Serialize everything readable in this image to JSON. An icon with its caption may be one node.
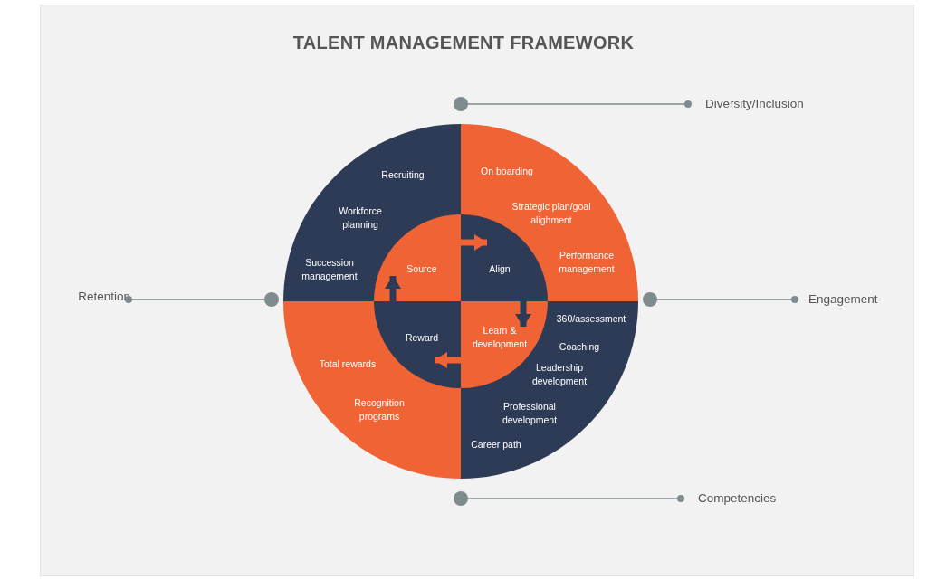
{
  "diagram": {
    "title": "TALENT MANAGEMENT FRAMEWORK",
    "nodes": [
      {
        "text": [
          "Recruiting",
          "Workforce planning",
          "Succession management"
        ]
      },
      {
        "text": [
          "On boarding",
          "Strategic plan/goal alighment",
          "Performance management"
        ]
      },
      {
        "text": [
          "360/assessment",
          "Coaching",
          "Leadership development",
          "Professional development",
          "Career path"
        ]
      },
      {
        "text": [
          "Total rewards",
          "Recognition programs"
        ]
      },
      {
        "text": [
          "Source"
        ],
        "in": 0
      },
      {
        "text": [
          "Align"
        ],
        "in": 1
      },
      {
        "text": [
          "Learn & development"
        ],
        "in": 2
      },
      {
        "text": [
          "Reward"
        ],
        "in": 3
      },
      {
        "text": [
          "Diversity/Inclusion"
        ]
      },
      {
        "text": [
          "Engagement"
        ]
      },
      {
        "text": [
          "Competencies"
        ]
      },
      {
        "text": [
          "Retention"
        ]
      }
    ],
    "edges": [
      {
        "from": 4,
        "to": 5,
        "arrow": "to",
        "style": "thick",
        "color": "#ef6334"
      },
      {
        "from": 5,
        "to": 6,
        "arrow": "to",
        "style": "thick",
        "color": "#2d3b57"
      },
      {
        "from": 6,
        "to": 7,
        "arrow": "to",
        "style": "thick",
        "color": "#ef6334"
      },
      {
        "from": 7,
        "to": 4,
        "arrow": "to",
        "style": "thick",
        "color": "#2d3b57"
      },
      {
        "from": 8,
        "to": 0,
        "arrow": "other"
      },
      {
        "from": 9,
        "to": 1,
        "arrow": "other"
      },
      {
        "from": 10,
        "to": 2,
        "arrow": "other"
      },
      {
        "from": 11,
        "to": 0,
        "arrow": "other"
      }
    ]
  }
}
